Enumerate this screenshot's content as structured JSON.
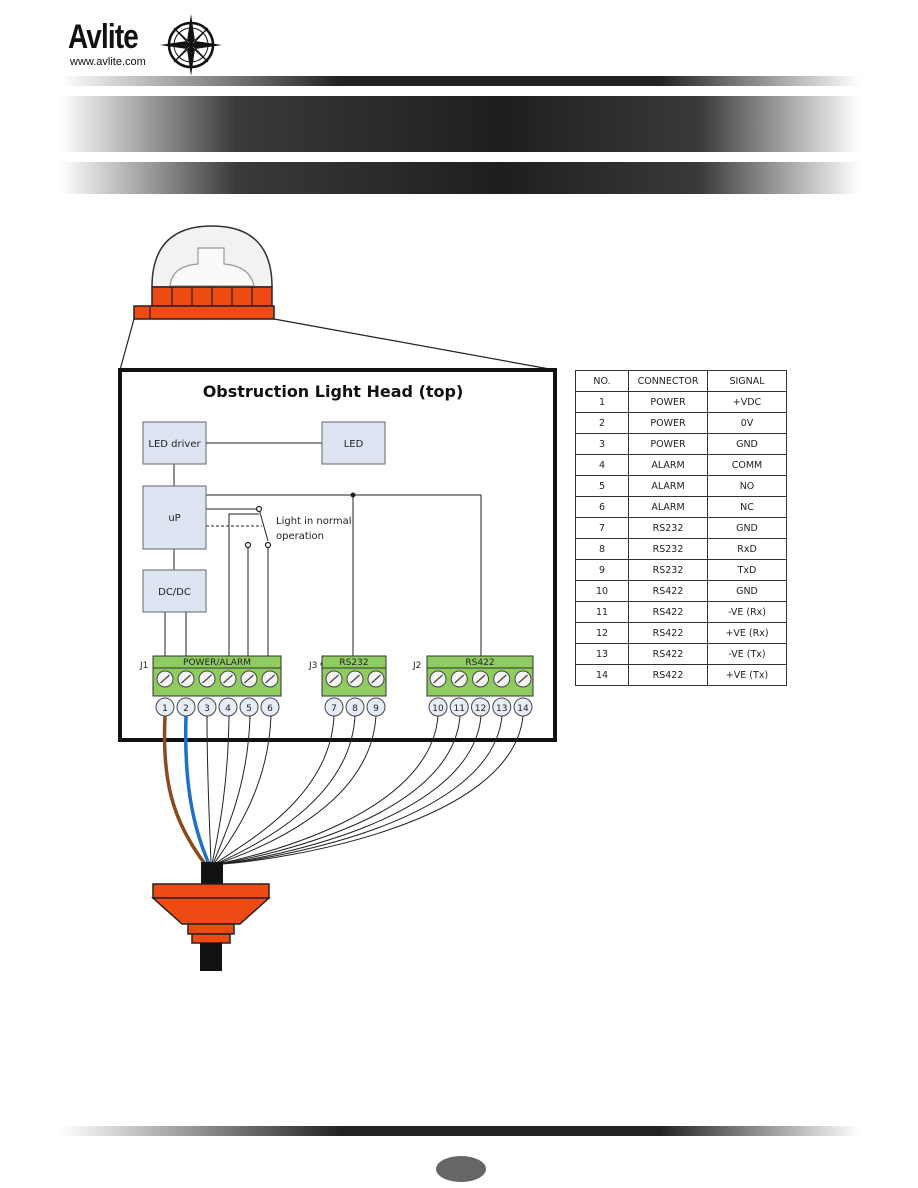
{
  "header": {
    "brand": "Avlite",
    "url": "www.avlite.com"
  },
  "diagram": {
    "title": "Obstruction Light Head (top)",
    "blocks": {
      "led_driver": "LED driver",
      "led": "LED",
      "up": "uP",
      "dcdc": "DC/DC"
    },
    "switch_label_line1": "Light in normal",
    "switch_label_line2": "operation",
    "connectors": {
      "j1": {
        "id": "J1",
        "name": "POWER/ALARM",
        "pins": [
          "1",
          "2",
          "3",
          "4",
          "5",
          "6"
        ]
      },
      "j3": {
        "id": "J3",
        "name": "RS232",
        "pins": [
          "7",
          "8",
          "9"
        ]
      },
      "j2": {
        "id": "J2",
        "name": "RS422",
        "pins": [
          "10",
          "11",
          "12",
          "13",
          "14"
        ]
      }
    },
    "colors": {
      "housing": "#ee4b14",
      "terminal": "#8fcc5f",
      "block_fill": "#dde4f2",
      "wire_brown": "#8b4a1c",
      "wire_blue": "#1f6fc8"
    }
  },
  "table": {
    "headers": [
      "NO.",
      "CONNECTOR",
      "SIGNAL"
    ],
    "rows": [
      [
        "1",
        "POWER",
        "+VDC"
      ],
      [
        "2",
        "POWER",
        "0V"
      ],
      [
        "3",
        "POWER",
        "GND"
      ],
      [
        "4",
        "ALARM",
        "COMM"
      ],
      [
        "5",
        "ALARM",
        "NO"
      ],
      [
        "6",
        "ALARM",
        "NC"
      ],
      [
        "7",
        "RS232",
        "GND"
      ],
      [
        "8",
        "RS232",
        "RxD"
      ],
      [
        "9",
        "RS232",
        "TxD"
      ],
      [
        "10",
        "RS422",
        "GND"
      ],
      [
        "11",
        "RS422",
        "-VE (Rx)"
      ],
      [
        "12",
        "RS422",
        "+VE (Rx)"
      ],
      [
        "13",
        "RS422",
        "-VE (Tx)"
      ],
      [
        "14",
        "RS422",
        "+VE (Tx)"
      ]
    ]
  }
}
